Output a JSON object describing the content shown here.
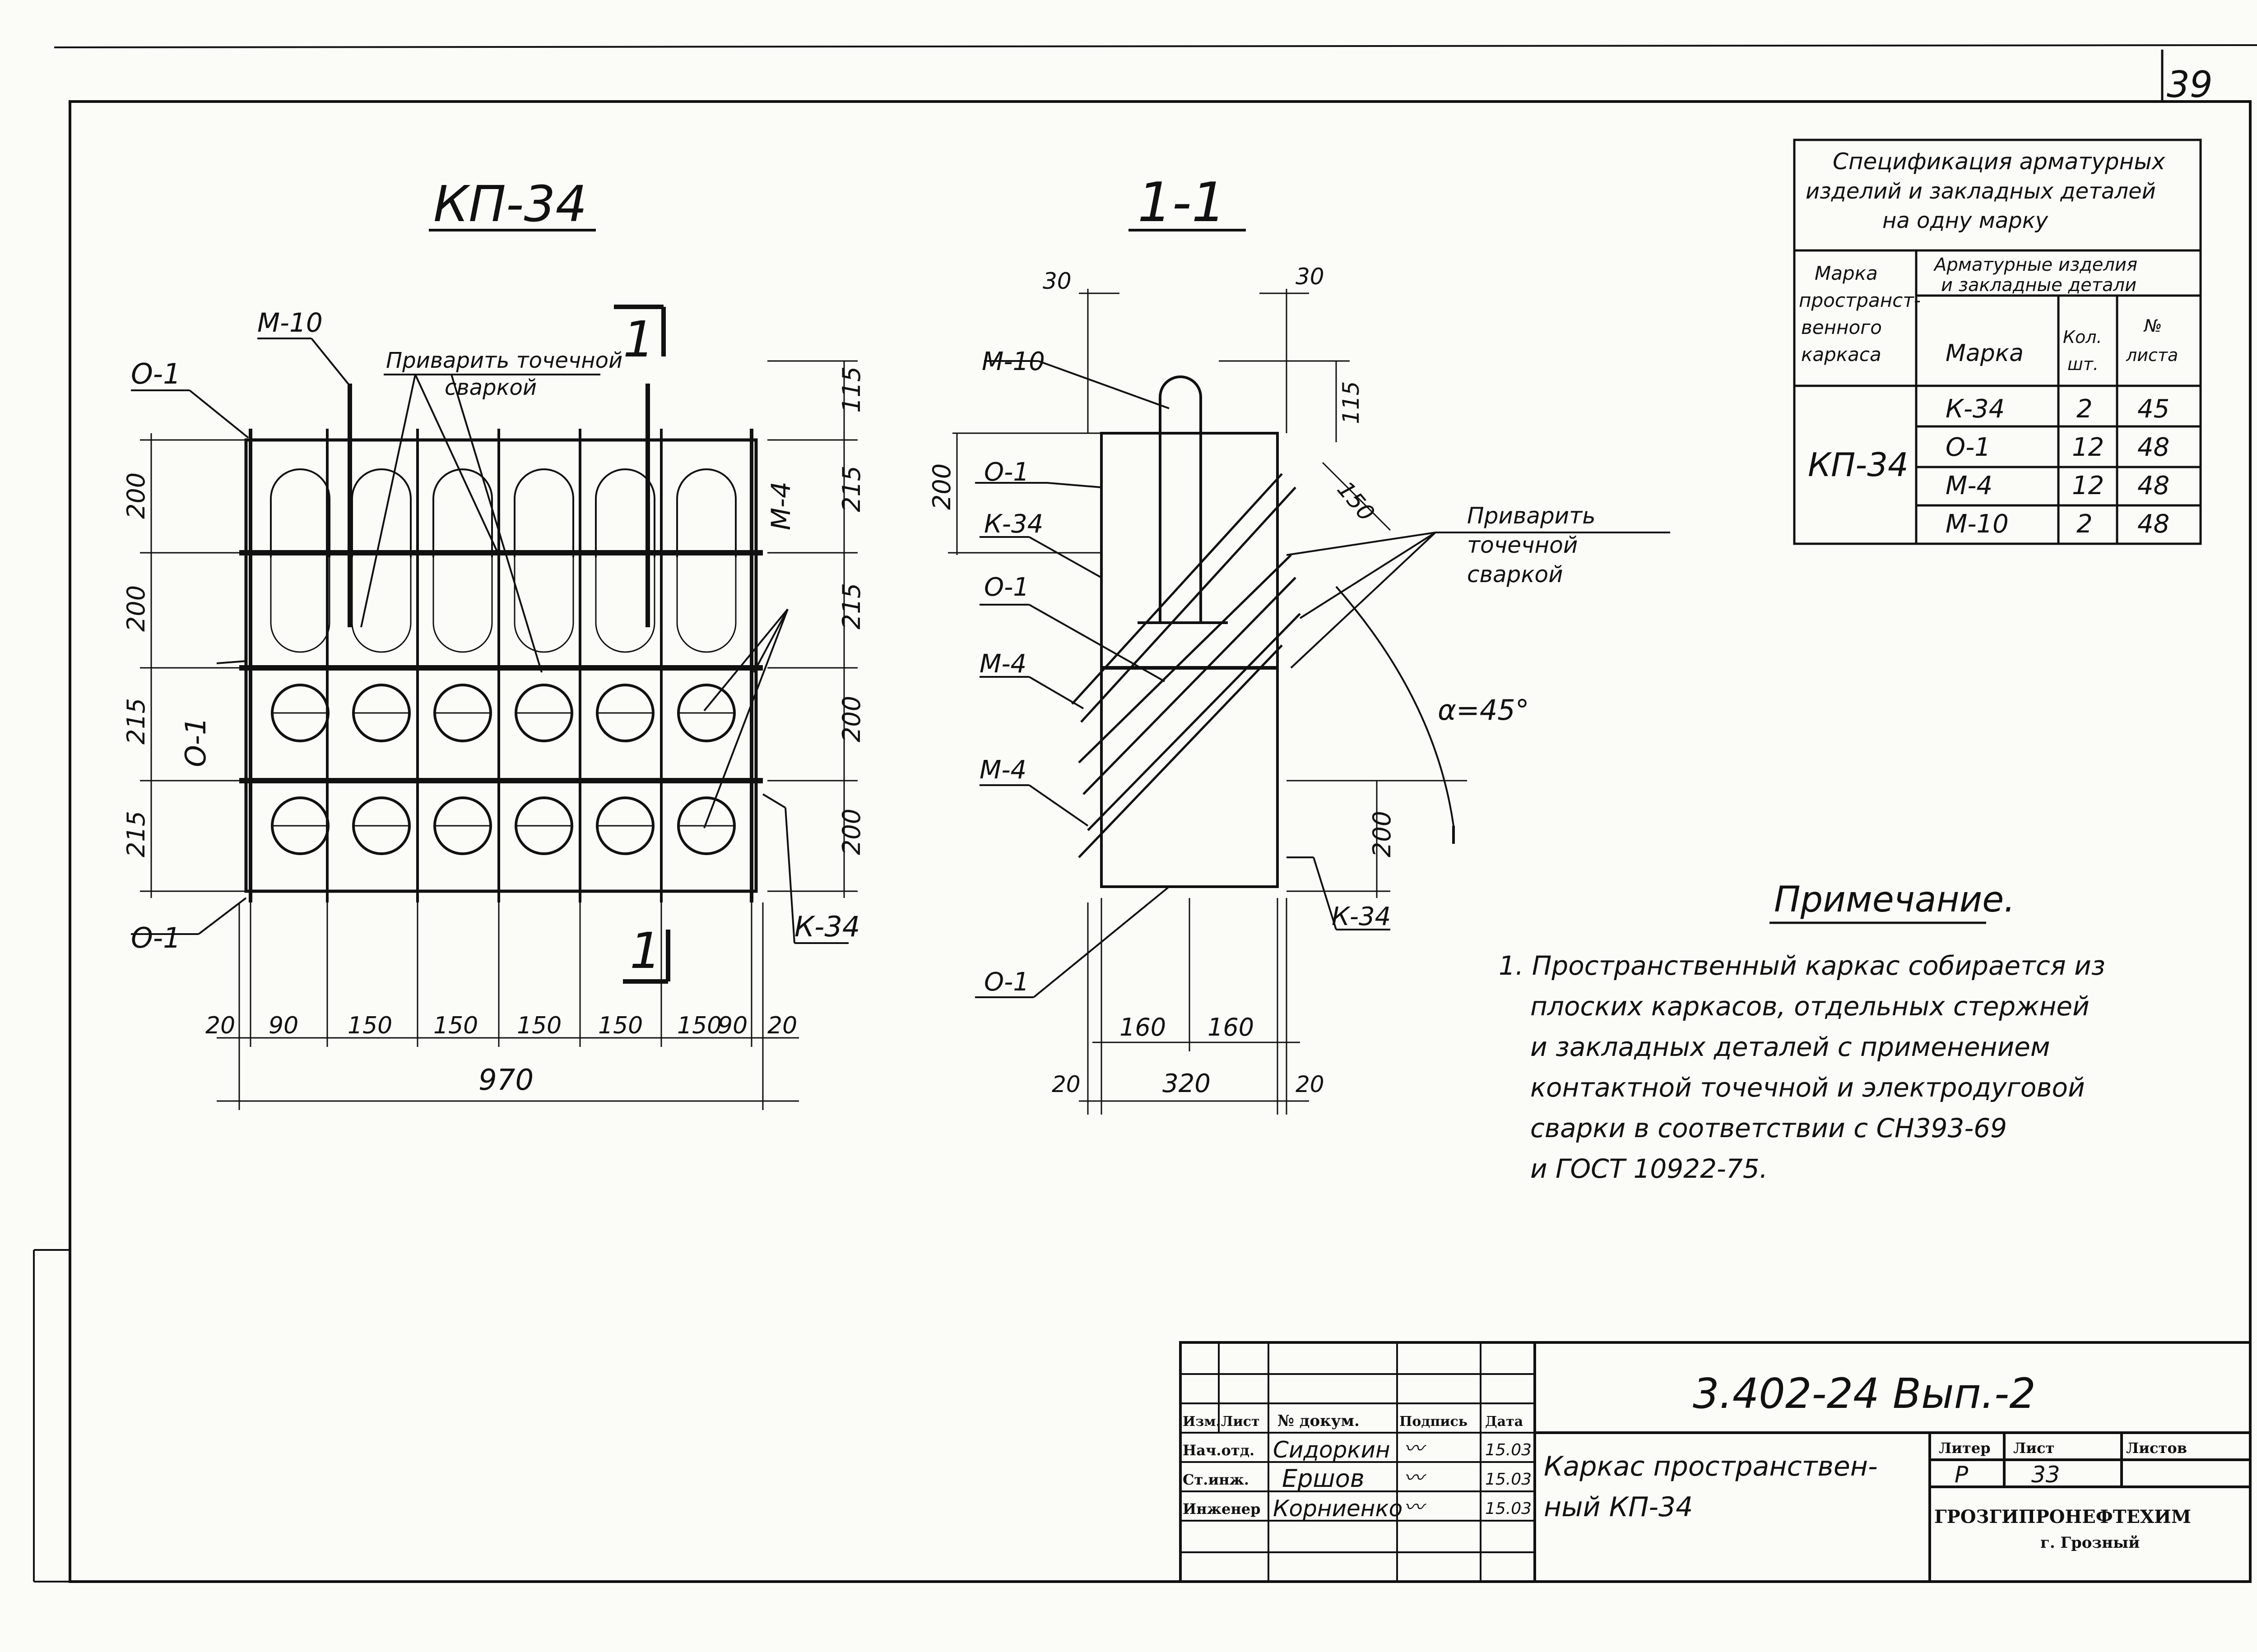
{
  "sheet_number": "39",
  "left_view": {
    "title": "КП-34",
    "labels": {
      "o1": "О-1",
      "m10": "М-10",
      "m4": "М-4",
      "k34": "К-34",
      "section_mark": "1"
    },
    "weld_note": [
      "Приварить точечной",
      "сваркой"
    ],
    "dims_right": [
      "115",
      "215",
      "215",
      "200",
      "200"
    ],
    "dims_left": [
      "200",
      "200",
      "215",
      "215"
    ],
    "dims_bottom": [
      "20",
      "90",
      "150",
      "150",
      "150",
      "150",
      "150",
      "90",
      "20"
    ],
    "dim_total": "970"
  },
  "section_view": {
    "title": "1-1",
    "labels": {
      "m10": "М-10",
      "o1": "О-1",
      "k34": "К-34",
      "m4": "М-4"
    },
    "dims_top": [
      "30",
      "30"
    ],
    "dim_115": "115",
    "dim_150": "150",
    "dim_200_left": "200",
    "dim_200_right": "200",
    "angle": "α=45°",
    "weld_note": [
      "Приварить",
      "точечной",
      "сваркой"
    ],
    "dims_bottom": [
      "160",
      "160",
      "20",
      "320",
      "20"
    ]
  },
  "spec_table": {
    "title_lines": [
      "Спецификация арматурных",
      "изделий и закладных деталей",
      "на одну марку"
    ],
    "col_mark_header": [
      "Марка",
      "пространст-",
      "венного",
      "каркаса"
    ],
    "group_header": [
      "Арматурные изделия",
      "и закладные детали"
    ],
    "sub_headers": {
      "mark": "Марка",
      "qty": [
        "Кол.",
        "шт."
      ],
      "sheet": [
        "№",
        "листа"
      ]
    },
    "frame_mark": "КП-34",
    "rows": [
      {
        "mark": "К-34",
        "qty": "2",
        "sheet": "45"
      },
      {
        "mark": "О-1",
        "qty": "12",
        "sheet": "48"
      },
      {
        "mark": "М-4",
        "qty": "12",
        "sheet": "48"
      },
      {
        "mark": "М-10",
        "qty": "2",
        "sheet": "48"
      }
    ]
  },
  "note": {
    "heading": "Примечание.",
    "lines": [
      "1. Пространственный каркас собирается из",
      "плоских каркасов, отдельных стержней",
      "и закладных деталей с применением",
      "контактной точечной и электродуговой",
      "сварки в соответствии с СН393-69",
      "и ГОСТ 10922-75."
    ]
  },
  "title_block": {
    "doc_code": "3.402-24 Вып.-2",
    "header_cells": [
      "Изм.",
      "Лист",
      "№ докум.",
      "Подпись",
      "Дата"
    ],
    "staff": [
      {
        "role": "Нач.отд.",
        "name": "Сидоркин",
        "date": "15.03"
      },
      {
        "role": "Ст.инж.",
        "name": "Ершов",
        "date": "15.03"
      },
      {
        "role": "Инженер",
        "name": "Корниенко",
        "date": "15.03"
      }
    ],
    "drawing_title_line1": "Каркас пространствен-",
    "drawing_title_line2": "ный   КП-34",
    "stage_header": "Литер",
    "sheet_header": "Лист",
    "sheets_header": "Листов",
    "stage": "Р",
    "sheet": "33",
    "organization": "ГРОЗГИПРОНЕФТЕХИМ",
    "city": "г. Грозный"
  }
}
